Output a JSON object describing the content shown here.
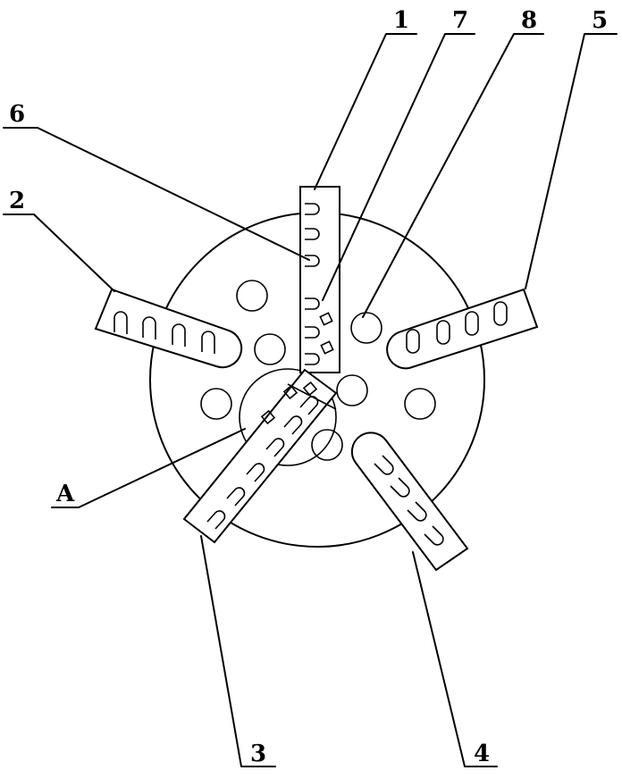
{
  "labels": {
    "l1": "1",
    "l2": "2",
    "l3": "3",
    "l4": "4",
    "l5": "5",
    "l6": "6",
    "l7": "7",
    "l8": "8",
    "lA": "A"
  }
}
